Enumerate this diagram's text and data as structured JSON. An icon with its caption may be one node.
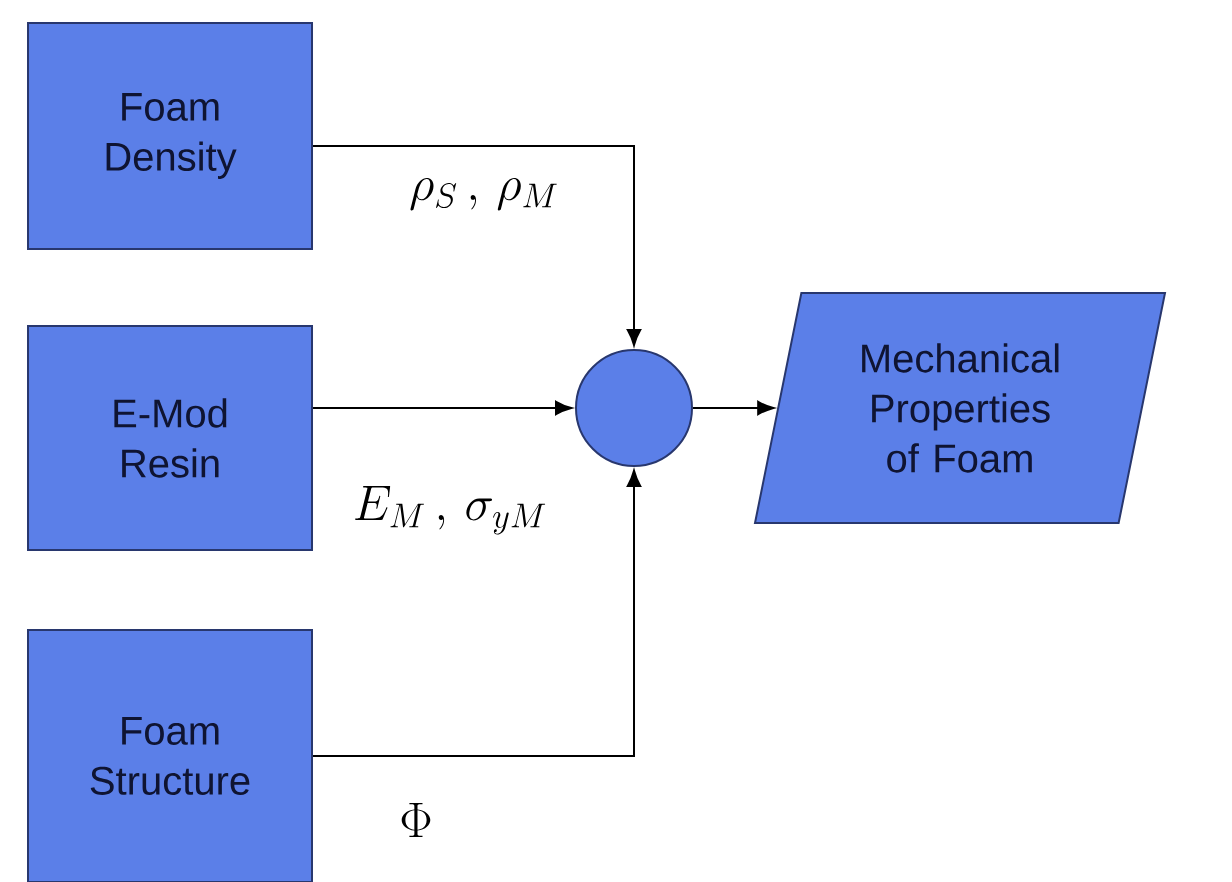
{
  "diagram": {
    "nodes": [
      {
        "text": [
          "Foam Density"
        ]
      },
      {
        "text": [
          "E-Mod Resin"
        ]
      },
      {
        "text": [
          "Foam Structure"
        ]
      },
      {
        "text": [],
        "shape": "circle"
      },
      {
        "text": [
          "Mechanical Properties of Foam"
        ]
      }
    ],
    "edges": [
      {
        "from": 0,
        "to": 3,
        "arrow": "to",
        "label": "\\rho_S\\,,\\,\\rho_M"
      },
      {
        "from": 1,
        "to": 3,
        "arrow": "to",
        "label": "E_M\\,,\\,\\sigma_{yM}"
      },
      {
        "from": 2,
        "to": 3,
        "arrow": "to",
        "label": "\\Phi"
      },
      {
        "from": 3,
        "to": 4,
        "arrow": "to"
      }
    ]
  }
}
